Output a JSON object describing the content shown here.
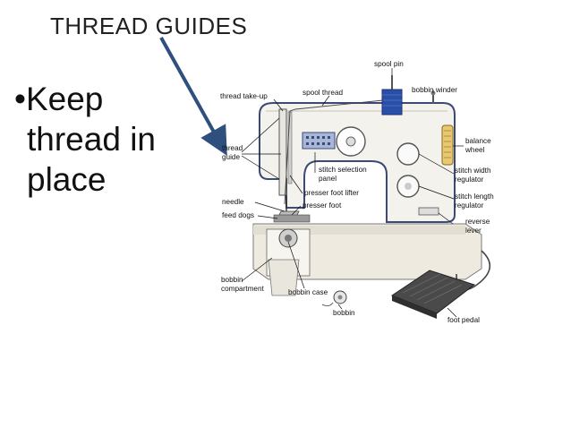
{
  "slide": {
    "title": "THREAD GUIDES",
    "bullet": {
      "marker": "•",
      "lines": [
        "Keep",
        "thread in",
        "place"
      ]
    }
  },
  "diagram": {
    "labels": {
      "spool_pin": "spool pin",
      "spool_thread": "spool thread",
      "bobbin_winder": "bobbin winder",
      "thread_take_up": "thread take-up",
      "thread_guide_1": "thread",
      "thread_guide_2": "guide",
      "balance_wheel_1": "balance",
      "balance_wheel_2": "wheel",
      "stitch_selection_1": "stitch selection",
      "stitch_selection_2": "panel",
      "stitch_width_1": "stitch width",
      "stitch_width_2": "regulator",
      "presser_foot_lifter": "presser foot lifter",
      "stitch_length_1": "stitch length",
      "stitch_length_2": "regulator",
      "needle": "needle",
      "presser_foot": "presser foot",
      "feed_dogs": "feed dogs",
      "reverse_lever_1": "reverse",
      "reverse_lever_2": "lever",
      "bobbin_compartment_1": "bobbin",
      "bobbin_compartment_2": "compartment",
      "bobbin_case": "bobbin case",
      "bobbin": "bobbin",
      "foot_pedal": "foot pedal"
    },
    "colors": {
      "arrow": "#2f4f7f",
      "machine_body": "#f4f2ec",
      "machine_outline": "#3c4a78",
      "spool": "#2a4fa8",
      "pedal": "#444444"
    }
  }
}
